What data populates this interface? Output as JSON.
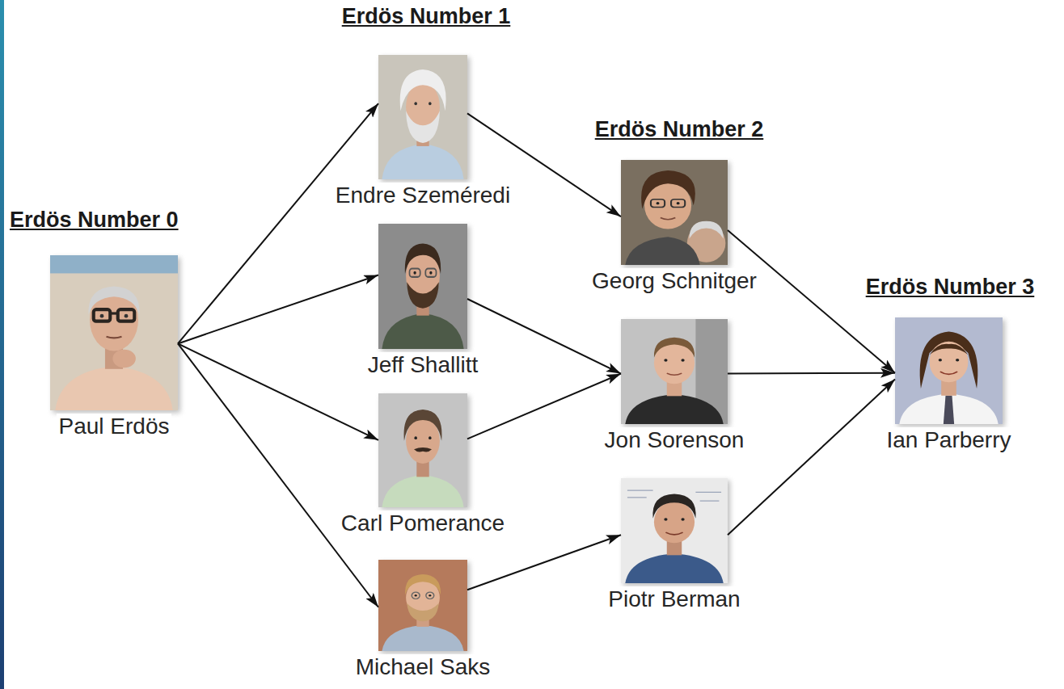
{
  "diagram": {
    "nodes": [
      {
        "text": [
          "Paul Erdös"
        ]
      },
      {
        "text": [
          "Endre Szeméredi"
        ]
      },
      {
        "text": [
          "Jeff Shallitt"
        ]
      },
      {
        "text": [
          "Carl Pomerance"
        ]
      },
      {
        "text": [
          "Michael Saks"
        ]
      },
      {
        "text": [
          "Georg Schnitger"
        ]
      },
      {
        "text": [
          "Jon Sorenson"
        ]
      },
      {
        "text": [
          "Piotr Berman"
        ]
      },
      {
        "text": [
          "Ian Parberry"
        ]
      }
    ],
    "edges": [
      {
        "from": 0,
        "to": 1,
        "arrow": "to"
      },
      {
        "from": 0,
        "to": 2,
        "arrow": "to"
      },
      {
        "from": 0,
        "to": 3,
        "arrow": "to"
      },
      {
        "from": 0,
        "to": 4,
        "arrow": "to"
      },
      {
        "from": 1,
        "to": 5,
        "arrow": "to"
      },
      {
        "from": 2,
        "to": 6,
        "arrow": "to"
      },
      {
        "from": 3,
        "to": 6,
        "arrow": "to"
      },
      {
        "from": 4,
        "to": 7,
        "arrow": "to"
      },
      {
        "from": 5,
        "to": 8,
        "arrow": "to"
      },
      {
        "from": 6,
        "to": 8,
        "arrow": "to"
      },
      {
        "from": 7,
        "to": 8,
        "arrow": "to"
      }
    ],
    "labels": [
      "Erdös Number 0",
      "Erdös Number 1",
      "Erdös Number 2",
      "Erdös Number 3"
    ]
  }
}
